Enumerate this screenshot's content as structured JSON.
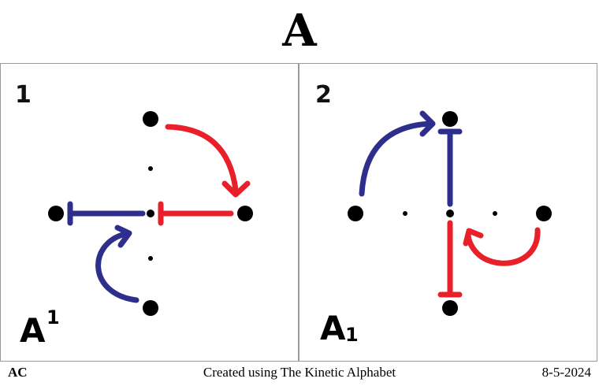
{
  "header": {
    "title": "A"
  },
  "panels": [
    {
      "number": "1",
      "label": "A",
      "mark": "1"
    },
    {
      "number": "2",
      "label": "A",
      "mark": "1"
    }
  ],
  "colors": {
    "red": "#e8202a",
    "blue": "#2e2e8c",
    "dot": "#000000"
  },
  "footer": {
    "left": "AC",
    "center": "Created using The Kinetic Alphabet",
    "right": "8-5-2024"
  }
}
